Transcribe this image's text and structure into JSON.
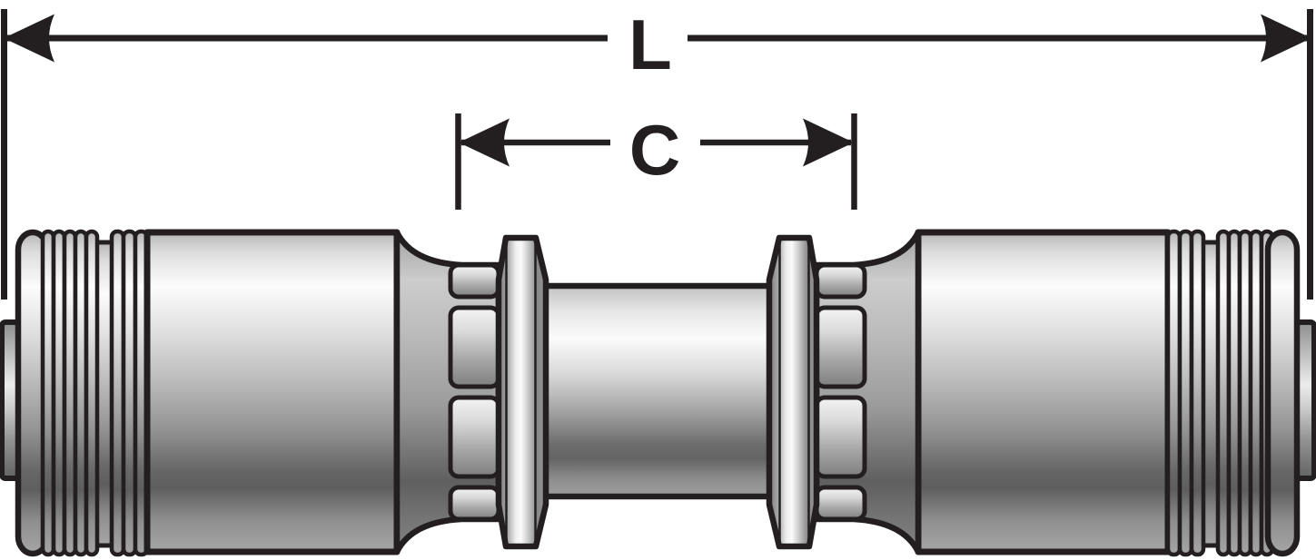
{
  "figure": {
    "type": "technical-dimension-drawing",
    "subject": "hose coupling fitting, side view",
    "background_color": "#ffffff",
    "ink_color": "#231f20",
    "dimensions": {
      "overall_length": {
        "label": "L"
      },
      "center_length": {
        "label": "C"
      }
    }
  }
}
